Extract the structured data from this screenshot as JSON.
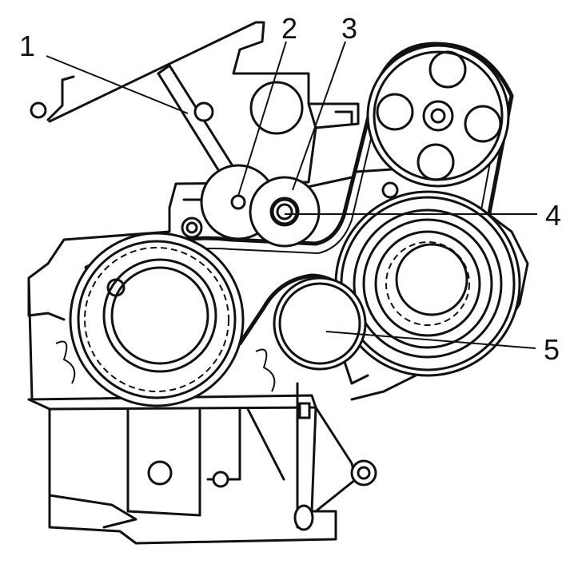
{
  "callouts": [
    {
      "id": "1",
      "label": "1"
    },
    {
      "id": "2",
      "label": "2"
    },
    {
      "id": "3",
      "label": "3"
    },
    {
      "id": "4",
      "label": "4"
    },
    {
      "id": "5",
      "label": "5"
    }
  ],
  "colors": {
    "ink": "#111111",
    "paper": "#ffffff"
  }
}
